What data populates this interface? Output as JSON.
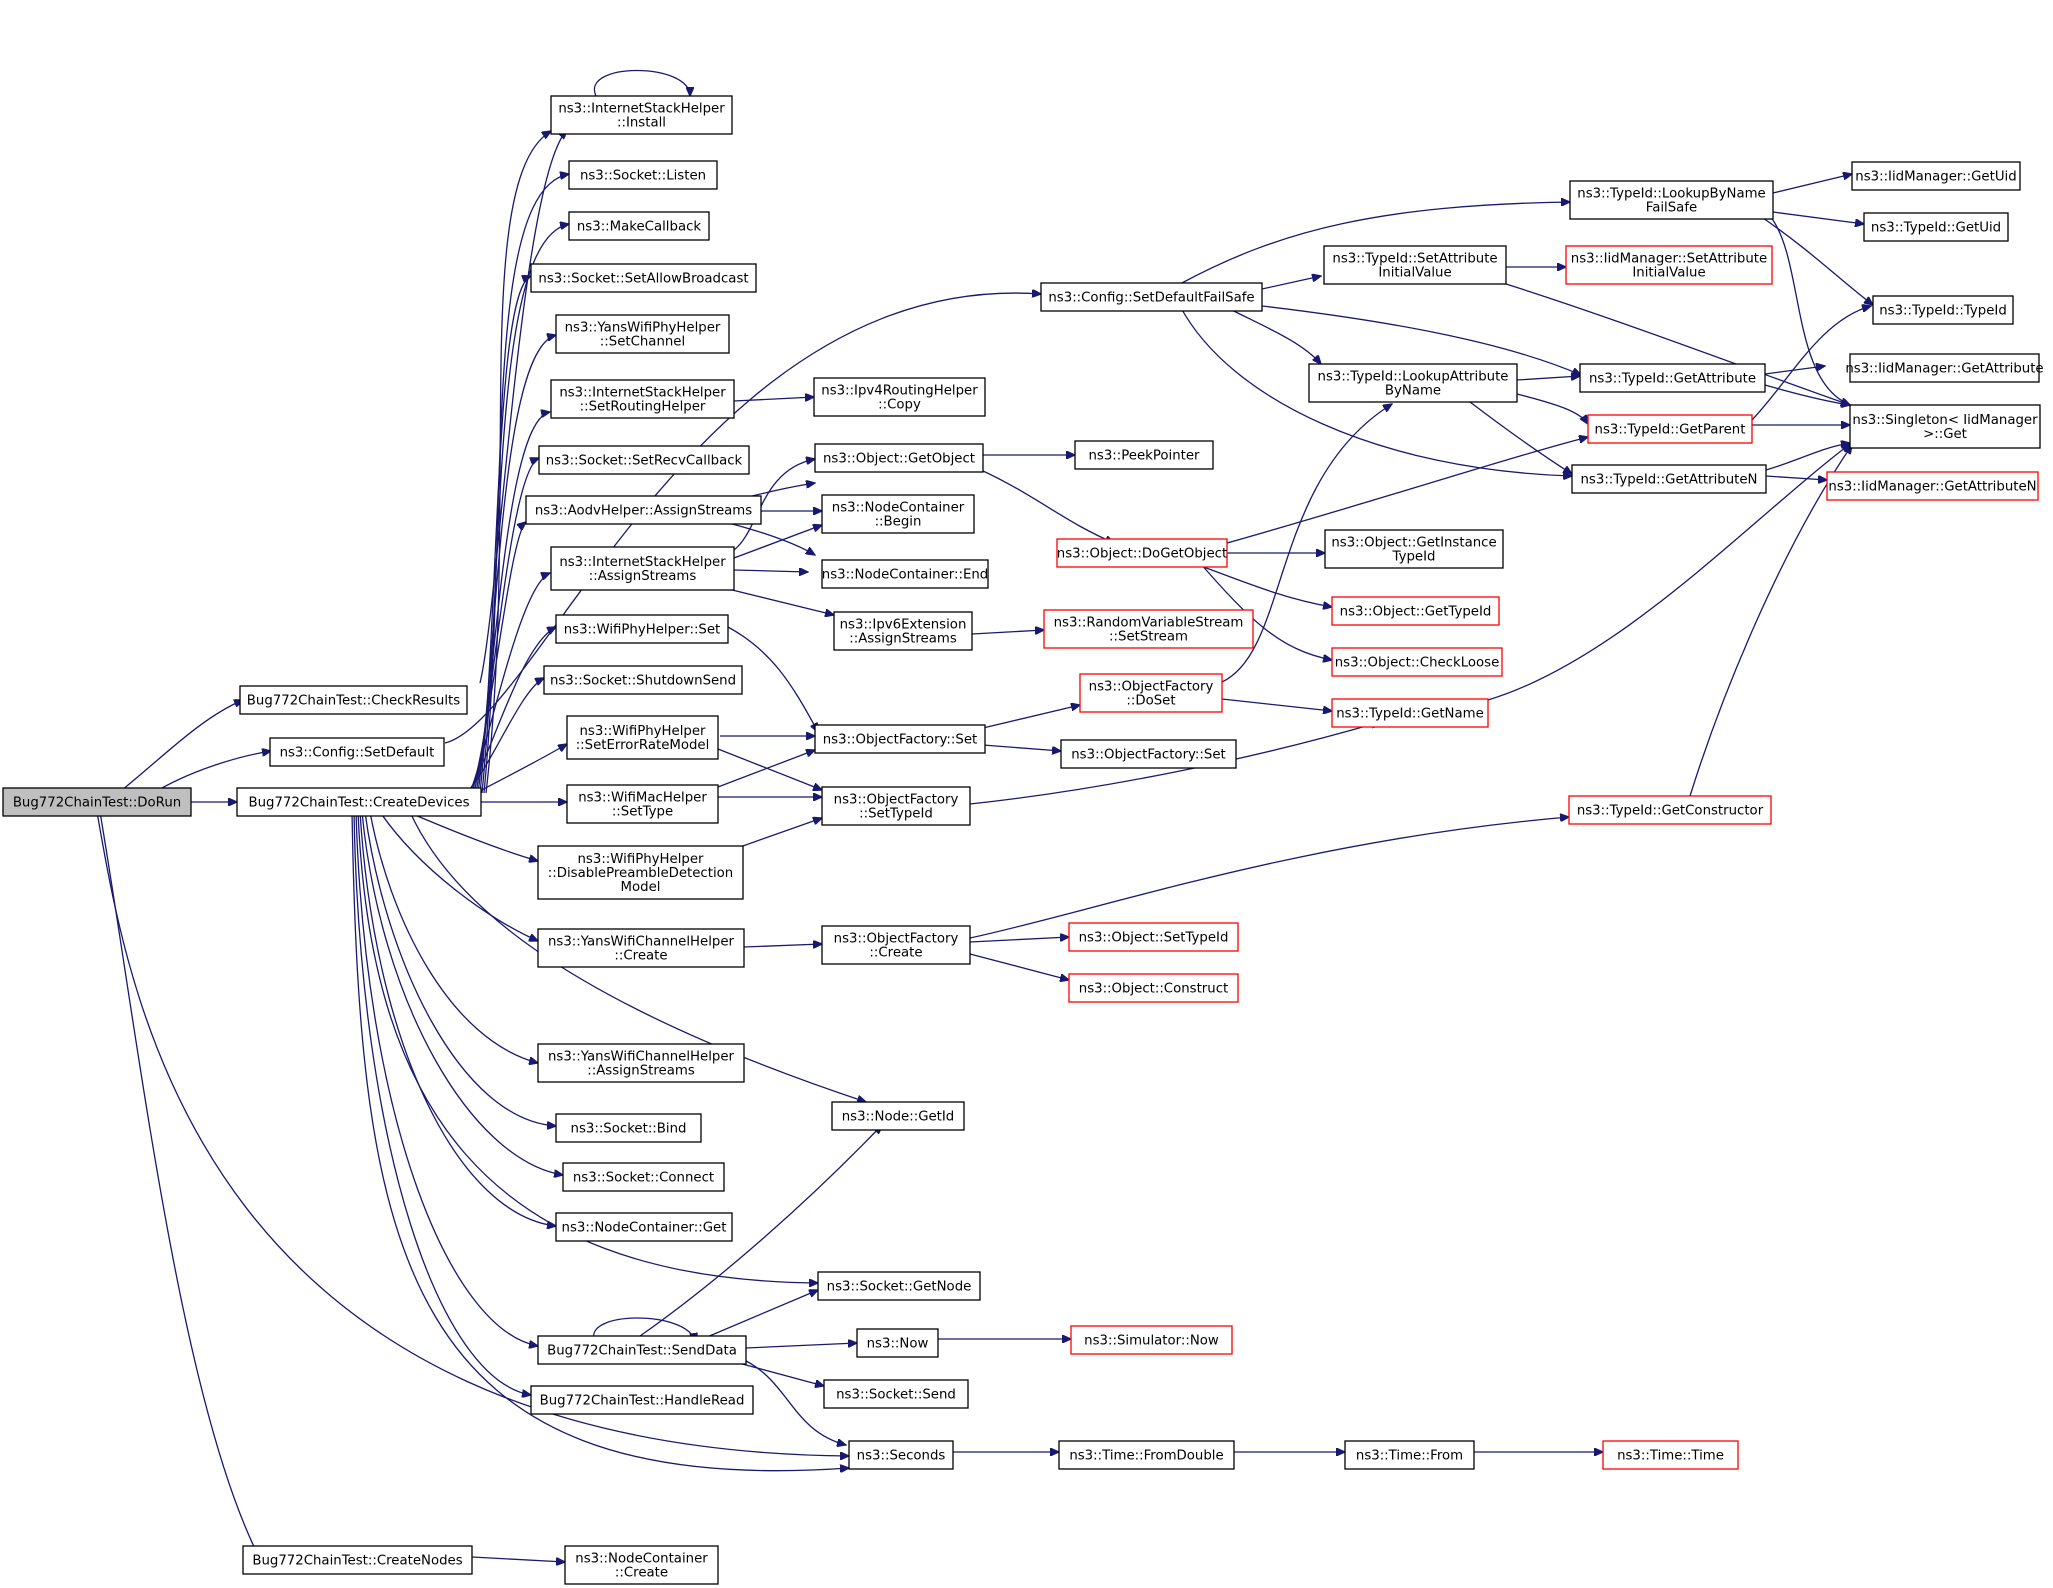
{
  "colors": {
    "edge": "#191970",
    "box_border_normal": "#000000",
    "box_border_truncated": "#ff0000",
    "box_fill_root": "#bfbfbf",
    "box_fill": "#ffffff",
    "text": "#000000"
  },
  "nodes": {
    "n0": {
      "lines": [
        "Bug772ChainTest::DoRun"
      ],
      "status": "root"
    },
    "n1": {
      "lines": [
        "Bug772ChainTest::CheckResults"
      ],
      "status": "normal"
    },
    "n2": {
      "lines": [
        "ns3::Config::SetDefault"
      ],
      "status": "normal"
    },
    "n3": {
      "lines": [
        "Bug772ChainTest::CreateDevices"
      ],
      "status": "normal"
    },
    "n4": {
      "lines": [
        "Bug772ChainTest::CreateNodes"
      ],
      "status": "normal"
    },
    "n5": {
      "lines": [
        "ns3::InternetStackHelper",
        "::Install"
      ],
      "status": "normal"
    },
    "n6": {
      "lines": [
        "ns3::Socket::Listen"
      ],
      "status": "normal"
    },
    "n7": {
      "lines": [
        "ns3::MakeCallback"
      ],
      "status": "normal"
    },
    "n8": {
      "lines": [
        "ns3::Socket::SetAllowBroadcast"
      ],
      "status": "normal"
    },
    "n9": {
      "lines": [
        "ns3::YansWifiPhyHelper",
        "::SetChannel"
      ],
      "status": "normal"
    },
    "n10": {
      "lines": [
        "ns3::InternetStackHelper",
        "::SetRoutingHelper"
      ],
      "status": "normal"
    },
    "n11": {
      "lines": [
        "ns3::Socket::SetRecvCallback"
      ],
      "status": "normal"
    },
    "n12": {
      "lines": [
        "ns3::AodvHelper::AssignStreams"
      ],
      "status": "normal"
    },
    "n13": {
      "lines": [
        "ns3::InternetStackHelper",
        "::AssignStreams"
      ],
      "status": "normal"
    },
    "n14": {
      "lines": [
        "ns3::WifiPhyHelper::Set"
      ],
      "status": "normal"
    },
    "n15": {
      "lines": [
        "ns3::Socket::ShutdownSend"
      ],
      "status": "normal"
    },
    "n16": {
      "lines": [
        "ns3::WifiPhyHelper",
        "::SetErrorRateModel"
      ],
      "status": "normal"
    },
    "n17": {
      "lines": [
        "ns3::WifiMacHelper",
        "::SetType"
      ],
      "status": "normal"
    },
    "n18": {
      "lines": [
        "ns3::WifiPhyHelper",
        "::DisablePreambleDetection",
        "Model"
      ],
      "status": "normal"
    },
    "n19": {
      "lines": [
        "ns3::YansWifiChannelHelper",
        "::Create"
      ],
      "status": "normal"
    },
    "n20": {
      "lines": [
        "ns3::YansWifiChannelHelper",
        "::AssignStreams"
      ],
      "status": "normal"
    },
    "n21": {
      "lines": [
        "ns3::Socket::Bind"
      ],
      "status": "normal"
    },
    "n22": {
      "lines": [
        "ns3::Socket::Connect"
      ],
      "status": "normal"
    },
    "n23": {
      "lines": [
        "ns3::NodeContainer::Get"
      ],
      "status": "normal"
    },
    "n24": {
      "lines": [
        "Bug772ChainTest::SendData"
      ],
      "status": "normal"
    },
    "n25": {
      "lines": [
        "Bug772ChainTest::HandleRead"
      ],
      "status": "normal"
    },
    "n26": {
      "lines": [
        "ns3::NodeContainer",
        "::Create"
      ],
      "status": "normal"
    },
    "n27": {
      "lines": [
        "ns3::Config::SetDefaultFailSafe"
      ],
      "status": "normal"
    },
    "n28": {
      "lines": [
        "ns3::Ipv4RoutingHelper",
        "::Copy"
      ],
      "status": "normal"
    },
    "n29": {
      "lines": [
        "ns3::Object::GetObject"
      ],
      "status": "normal"
    },
    "n30": {
      "lines": [
        "ns3::NodeContainer",
        "::Begin"
      ],
      "status": "normal"
    },
    "n31": {
      "lines": [
        "ns3::NodeContainer::End"
      ],
      "status": "normal"
    },
    "n32": {
      "lines": [
        "ns3::Ipv6Extension",
        "::AssignStreams"
      ],
      "status": "normal"
    },
    "n33": {
      "lines": [
        "ns3::ObjectFactory::Set"
      ],
      "status": "normal"
    },
    "n34": {
      "lines": [
        "ns3::ObjectFactory",
        "::SetTypeId"
      ],
      "status": "normal"
    },
    "n35": {
      "lines": [
        "ns3::ObjectFactory",
        "::Create"
      ],
      "status": "normal"
    },
    "n36": {
      "lines": [
        "ns3::Node::GetId"
      ],
      "status": "normal"
    },
    "n37": {
      "lines": [
        "ns3::Socket::GetNode"
      ],
      "status": "normal"
    },
    "n38": {
      "lines": [
        "ns3::Now"
      ],
      "status": "normal"
    },
    "n39": {
      "lines": [
        "ns3::Socket::Send"
      ],
      "status": "normal"
    },
    "n40": {
      "lines": [
        "ns3::Seconds"
      ],
      "status": "normal"
    },
    "n41": {
      "lines": [
        "ns3::PeekPointer"
      ],
      "status": "normal"
    },
    "n42": {
      "lines": [
        "ns3::Object::DoGetObject"
      ],
      "status": "truncated"
    },
    "n43": {
      "lines": [
        "ns3::RandomVariableStream",
        "::SetStream"
      ],
      "status": "truncated"
    },
    "n44": {
      "lines": [
        "ns3::ObjectFactory",
        "::DoSet"
      ],
      "status": "truncated"
    },
    "n45": {
      "lines": [
        "ns3::ObjectFactory::Set"
      ],
      "status": "normal"
    },
    "n46": {
      "lines": [
        "ns3::Object::SetTypeId"
      ],
      "status": "truncated"
    },
    "n47": {
      "lines": [
        "ns3::Object::Construct"
      ],
      "status": "truncated"
    },
    "n48": {
      "lines": [
        "ns3::Simulator::Now"
      ],
      "status": "truncated"
    },
    "n49": {
      "lines": [
        "ns3::Time::FromDouble"
      ],
      "status": "normal"
    },
    "n50": {
      "lines": [
        "ns3::TypeId::SetAttribute",
        "InitialValue"
      ],
      "status": "normal"
    },
    "n51": {
      "lines": [
        "ns3::TypeId::LookupAttribute",
        "ByName"
      ],
      "status": "normal"
    },
    "n52": {
      "lines": [
        "ns3::Object::GetInstance",
        "TypeId"
      ],
      "status": "normal"
    },
    "n53": {
      "lines": [
        "ns3::Object::GetTypeId"
      ],
      "status": "truncated"
    },
    "n54": {
      "lines": [
        "ns3::Object::CheckLoose"
      ],
      "status": "truncated"
    },
    "n55": {
      "lines": [
        "ns3::TypeId::GetName"
      ],
      "status": "truncated"
    },
    "n56": {
      "lines": [
        "ns3::Time::From"
      ],
      "status": "normal"
    },
    "n57": {
      "lines": [
        "ns3::TypeId::LookupByName",
        "FailSafe"
      ],
      "status": "normal"
    },
    "n58": {
      "lines": [
        "ns3::IidManager::SetAttribute",
        "InitialValue"
      ],
      "status": "truncated"
    },
    "n59": {
      "lines": [
        "ns3::TypeId::GetAttribute"
      ],
      "status": "normal"
    },
    "n60": {
      "lines": [
        "ns3::TypeId::GetParent"
      ],
      "status": "truncated"
    },
    "n61": {
      "lines": [
        "ns3::TypeId::GetAttributeN"
      ],
      "status": "normal"
    },
    "n62": {
      "lines": [
        "ns3::TypeId::GetConstructor"
      ],
      "status": "truncated"
    },
    "n63": {
      "lines": [
        "ns3::Time::Time"
      ],
      "status": "truncated"
    },
    "n64": {
      "lines": [
        "ns3::IidManager::GetUid"
      ],
      "status": "normal"
    },
    "n65": {
      "lines": [
        "ns3::TypeId::GetUid"
      ],
      "status": "normal"
    },
    "n66": {
      "lines": [
        "ns3::TypeId::TypeId"
      ],
      "status": "normal"
    },
    "n67": {
      "lines": [
        "ns3::IidManager::GetAttribute"
      ],
      "status": "normal"
    },
    "n68": {
      "lines": [
        "ns3::Singleton< IidManager",
        " >::Get"
      ],
      "status": "normal"
    },
    "n69": {
      "lines": [
        "ns3::IidManager::GetAttributeN"
      ],
      "status": "truncated"
    }
  }
}
